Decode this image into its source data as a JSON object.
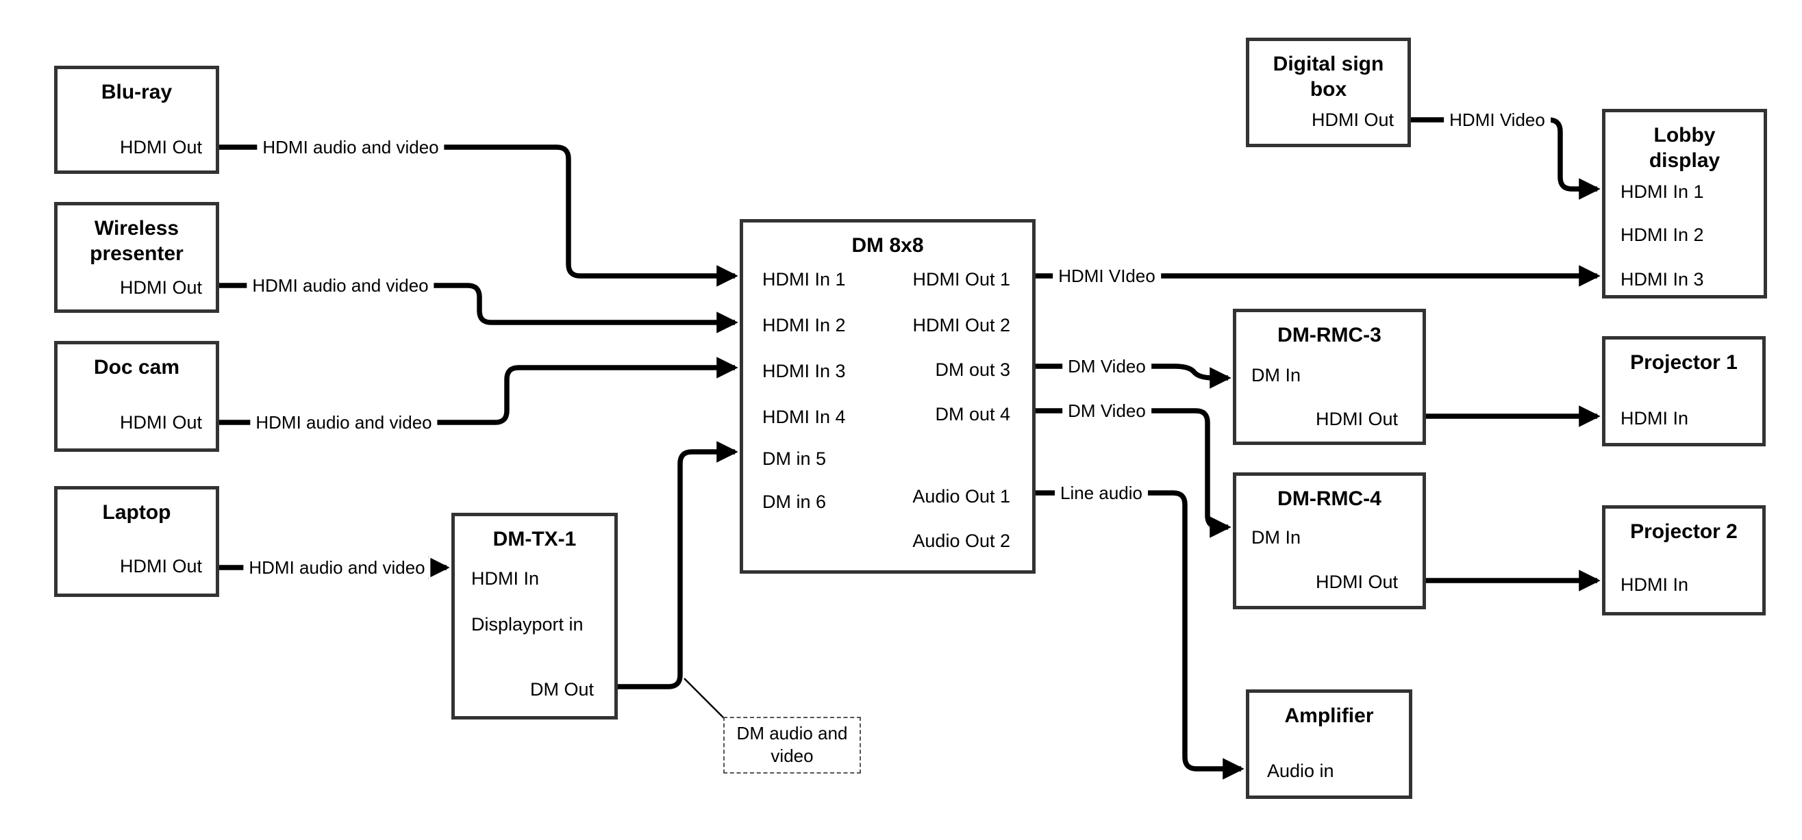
{
  "boxes": {
    "bluray": {
      "title": "Blu-ray",
      "port": "HDMI Out"
    },
    "wireless": {
      "title": "Wireless\npresenter",
      "port": "HDMI Out"
    },
    "doccam": {
      "title": "Doc cam",
      "port": "HDMI Out"
    },
    "laptop": {
      "title": "Laptop",
      "port": "HDMI Out"
    },
    "dmtx1": {
      "title": "DM-TX-1",
      "ports_left": [
        "HDMI In",
        "Displayport in"
      ],
      "port_right": "DM Out"
    },
    "dm8x8": {
      "title": "DM 8x8",
      "ports_left": [
        "HDMI In 1",
        "HDMI In 2",
        "HDMI In 3",
        "HDMI In 4",
        "DM in 5",
        "DM in 6"
      ],
      "ports_right": [
        "HDMI Out 1",
        "HDMI Out 2",
        "DM out 3",
        "DM out 4",
        "Audio Out 1",
        "Audio Out 2"
      ]
    },
    "digisign": {
      "title": "Digital sign\nbox",
      "port": "HDMI Out"
    },
    "lobby": {
      "title": "Lobby\ndisplay",
      "ports_left": [
        "HDMI In 1",
        "HDMI In 2",
        "HDMI In 3"
      ]
    },
    "rmc3": {
      "title": "DM-RMC-3",
      "port_left": "DM In",
      "port_right": "HDMI Out"
    },
    "proj1": {
      "title": "Projector 1",
      "port_left": "HDMI In"
    },
    "rmc4": {
      "title": "DM-RMC-4",
      "port_left": "DM In",
      "port_right": "HDMI Out"
    },
    "proj2": {
      "title": "Projector 2",
      "port_left": "HDMI In"
    },
    "amp": {
      "title": "Amplifier",
      "port_left": "Audio in"
    }
  },
  "connections": [
    {
      "from": "Blu-ray / HDMI Out",
      "to": "DM 8x8 / HDMI In 1",
      "label": "HDMI audio and video"
    },
    {
      "from": "Wireless presenter / HDMI Out",
      "to": "DM 8x8 / HDMI In 2",
      "label": "HDMI audio and video"
    },
    {
      "from": "Doc cam / HDMI Out",
      "to": "DM 8x8 / HDMI In 3",
      "label": "HDMI audio and video"
    },
    {
      "from": "Laptop / HDMI Out",
      "to": "DM-TX-1 / HDMI In",
      "label": "HDMI audio and video"
    },
    {
      "from": "DM-TX-1 / DM Out",
      "to": "DM 8x8 / DM in 5",
      "label": ""
    },
    {
      "from": "DM 8x8 / HDMI Out 1",
      "to": "Lobby display / HDMI In 3",
      "label": "HDMI VIdeo"
    },
    {
      "from": "DM 8x8 / DM out 3",
      "to": "DM-RMC-3 / DM In",
      "label": "DM Video"
    },
    {
      "from": "DM 8x8 / DM out 4",
      "to": "DM-RMC-4 / DM In",
      "label": "DM Video"
    },
    {
      "from": "DM 8x8 / Audio Out 1",
      "to": "Amplifier / Audio in",
      "label": "Line audio"
    },
    {
      "from": "Digital sign box / HDMI Out",
      "to": "Lobby display / HDMI In 1",
      "label": "HDMI Video"
    },
    {
      "from": "DM-RMC-3 / HDMI Out",
      "to": "Projector 1 / HDMI In",
      "label": ""
    },
    {
      "from": "DM-RMC-4 / HDMI Out",
      "to": "Projector 2 / HDMI In",
      "label": ""
    }
  ],
  "callout": {
    "text": "DM audio and\nvideo"
  },
  "colors": {
    "box_border": "#333333",
    "wire": "#000000",
    "background": "#ffffff"
  }
}
